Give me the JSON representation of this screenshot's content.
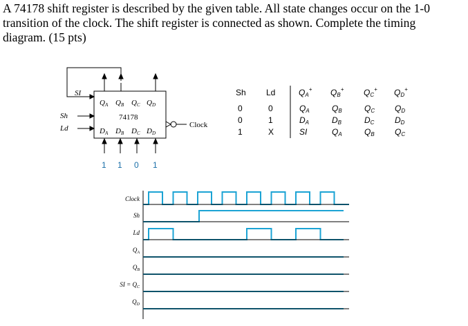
{
  "problem": {
    "line1": "A 74178 shift register is described by the given table. All state changes occur on the 1-0",
    "line2": "transition of the clock. The shift register is connected as shown. Complete the timing",
    "line3": "diagram. (15 pts)"
  },
  "chip": {
    "part_number": "74178",
    "serial_input": "SI",
    "outputs": [
      "Q",
      "Q",
      "Q",
      "Q"
    ],
    "output_subs": [
      "A",
      "B",
      "C",
      "D"
    ],
    "inputs": [
      "D",
      "D",
      "D",
      "D"
    ],
    "input_subs": [
      "A",
      "B",
      "C",
      "D"
    ],
    "sh_label": "Sh",
    "ld_label": "Ld",
    "clock_label": "Clock",
    "parallel_bits": [
      "1",
      "1",
      "0",
      "1"
    ]
  },
  "table": {
    "headers": [
      "Sh",
      "Ld",
      "Q",
      "Q",
      "Q",
      "Q"
    ],
    "header_subs": [
      "",
      "",
      "A",
      "B",
      "C",
      "D"
    ],
    "header_sup": "+",
    "rows": [
      {
        "sh": "0",
        "ld": "0",
        "next": [
          "Q",
          "Q",
          "Q",
          "Q"
        ],
        "subs": [
          "A",
          "B",
          "C",
          "D"
        ]
      },
      {
        "sh": "0",
        "ld": "1",
        "next": [
          "D",
          "D",
          "D",
          "D"
        ],
        "subs": [
          "A",
          "B",
          "C",
          "D"
        ]
      },
      {
        "sh": "1",
        "ld": "X",
        "next": [
          "SI",
          "Q",
          "Q",
          "Q"
        ],
        "subs": [
          "",
          "A",
          "B",
          "C"
        ]
      }
    ]
  },
  "timing": {
    "signals": [
      "Clock",
      "Sh",
      "Ld",
      "Q",
      "Q",
      "SI = Q",
      "Q"
    ],
    "signal_subs": [
      "",
      "",
      "",
      "A",
      "B",
      "C",
      "D"
    ],
    "clock_pulses": 8,
    "sh_rise_after_pulse": 2,
    "ld_pulses_at": [
      0,
      4,
      6
    ],
    "color": "#1ba3d4"
  }
}
